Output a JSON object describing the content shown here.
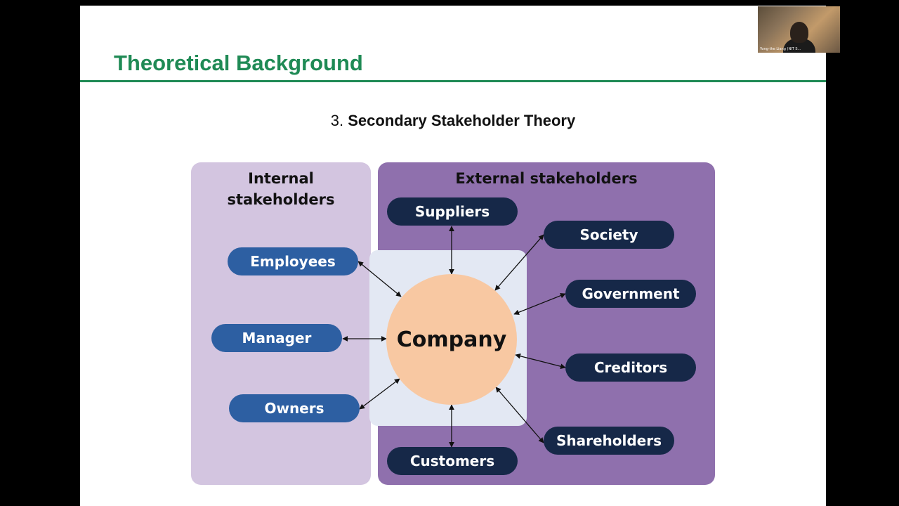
{
  "slide": {
    "title": "Theoretical Background",
    "subtitle_number": "3.",
    "subtitle_text": "Secondary Stakeholder Theory"
  },
  "diagram": {
    "internal_heading": "Internal\nstakeholders",
    "external_heading": "External stakeholders",
    "center": "Company",
    "internal": {
      "employees": "Employees",
      "manager": "Manager",
      "owners": "Owners"
    },
    "external": {
      "suppliers": "Suppliers",
      "society": "Society",
      "government": "Government",
      "creditors": "Creditors",
      "shareholders": "Shareholders",
      "customers": "Customers"
    }
  },
  "colors": {
    "title_green": "#1f8a55",
    "internal_panel": "#d3c5e0",
    "external_panel": "#8f70ad",
    "internal_pill": "#2d5fa2",
    "external_pill": "#162848",
    "company_circle": "#f8c8a2"
  },
  "webcam": {
    "caption": "Yong-the Liang (NIT S..."
  }
}
